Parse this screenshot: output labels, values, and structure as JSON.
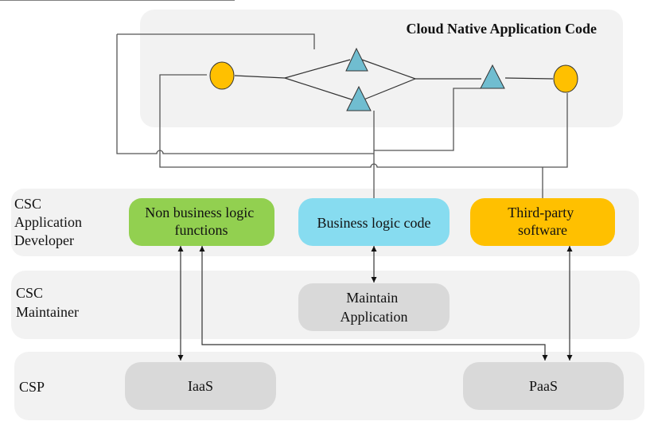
{
  "title": "Cloud Native Application Code",
  "lanes": [
    {
      "id": "developer",
      "label_lines": [
        "CSC",
        "Application",
        "Developer"
      ]
    },
    {
      "id": "maintainer",
      "label_lines": [
        "CSC",
        "Maintainer"
      ]
    },
    {
      "id": "csp",
      "label_lines": [
        "CSP"
      ]
    }
  ],
  "boxes": {
    "non_business": {
      "lines": [
        "Non business logic",
        "functions"
      ],
      "color": "#92d050"
    },
    "business": {
      "lines": [
        "Business logic code"
      ],
      "color": "#87dcf0"
    },
    "third_party": {
      "lines": [
        "Third-party",
        "software"
      ],
      "color": "#ffc000"
    },
    "maintain": {
      "lines": [
        "Maintain",
        "Application"
      ],
      "color": "#d9d9d9"
    },
    "iaas": {
      "lines": [
        "IaaS"
      ],
      "color": "#d9d9d9"
    },
    "paas": {
      "lines": [
        "PaaS"
      ],
      "color": "#d9d9d9"
    }
  },
  "colors": {
    "lane_bg": "#f2f2f2",
    "circle": "#ffc000",
    "triangle": "#70bdd0"
  }
}
